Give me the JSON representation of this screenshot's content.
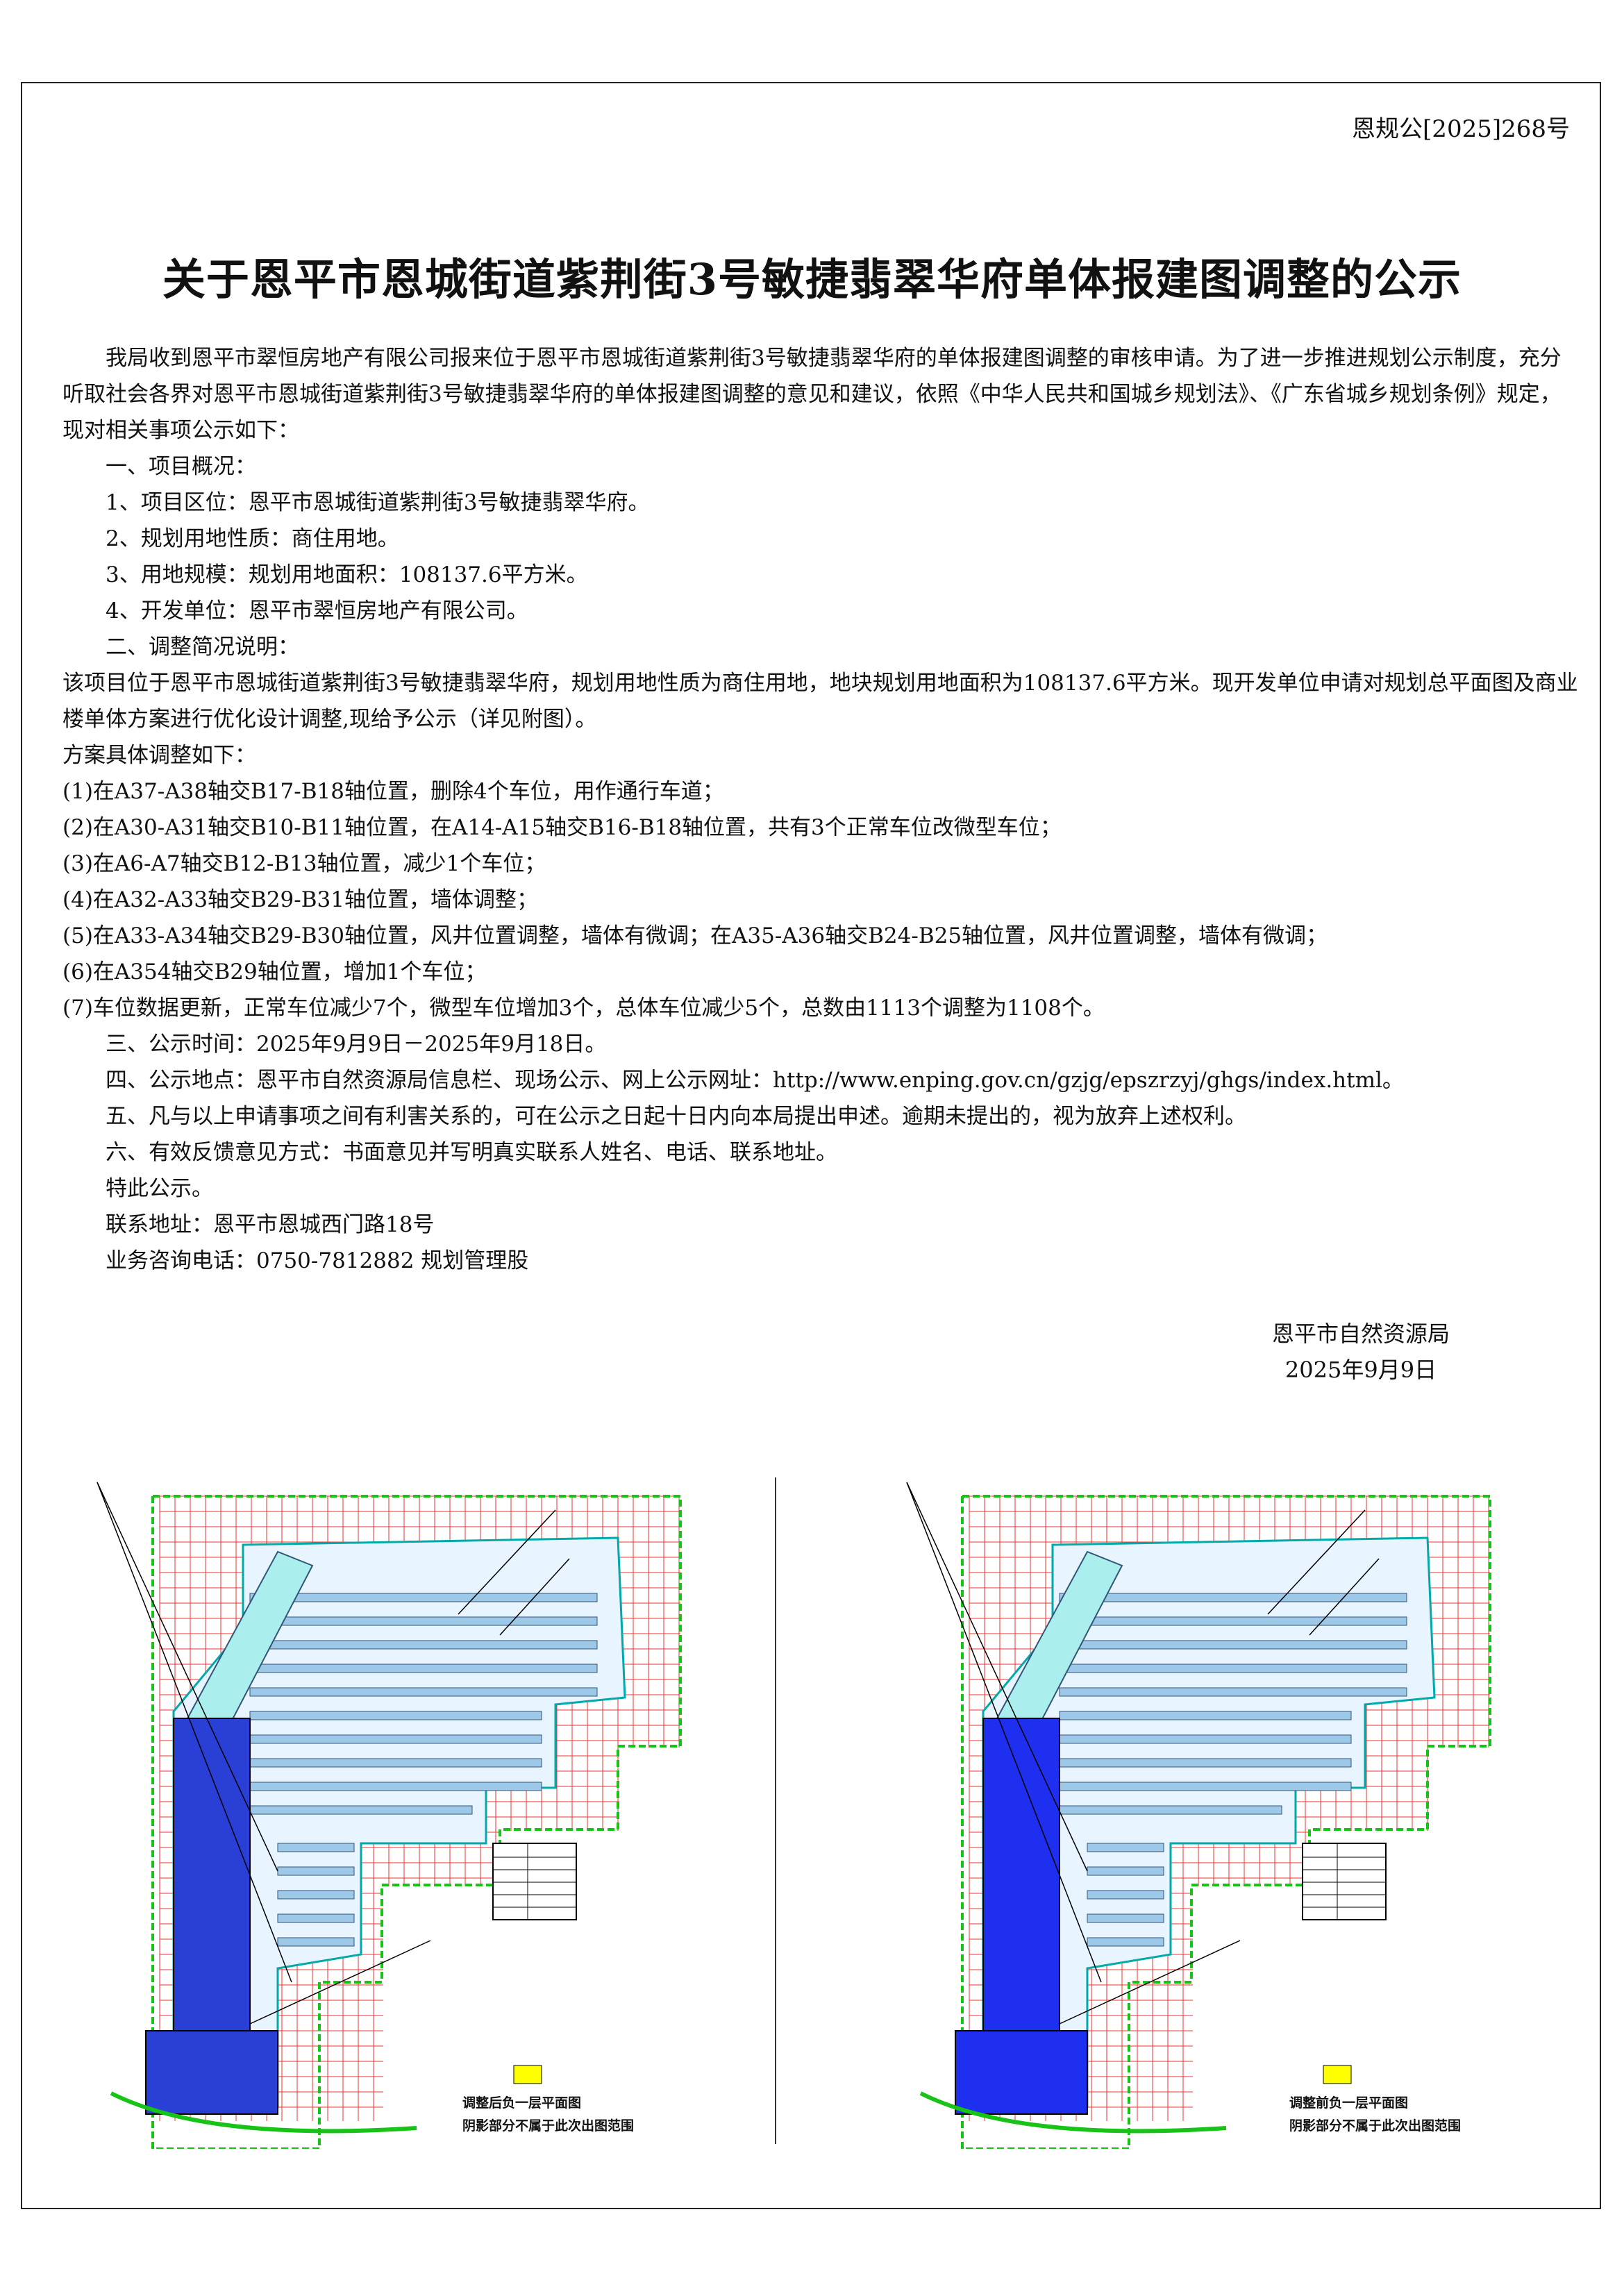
{
  "doc_number": "恩规公[2025]268号",
  "title": "关于恩平市恩城街道紫荆街3号敏捷翡翠华府单体报建图调整的公示",
  "paragraphs": [
    {
      "text": "我局收到恩平市翠恒房地产有限公司报来位于恩平市恩城街道紫荆街3号敏捷翡翠华府的单体报建图调整的审核申请。为了进一步推进规划公示制度，充分",
      "indent": true
    },
    {
      "text": "听取社会各界对恩平市恩城街道紫荆街3号敏捷翡翠华府的单体报建图调整的意见和建议，依照《中华人民共和国城乡规划法》、《广东省城乡规划条例》规定，",
      "indent": false
    },
    {
      "text": "现对相关事项公示如下：",
      "indent": false
    },
    {
      "text": "一、项目概况：",
      "indent": true
    },
    {
      "text": "1、项目区位：恩平市恩城街道紫荆街3号敏捷翡翠华府。",
      "indent": true
    },
    {
      "text": "2、规划用地性质：商住用地。",
      "indent": true
    },
    {
      "text": "3、用地规模：规划用地面积：108137.6平方米。",
      "indent": true
    },
    {
      "text": "4、开发单位：恩平市翠恒房地产有限公司。",
      "indent": true
    },
    {
      "text": "二、调整简况说明：",
      "indent": true
    },
    {
      "text": "该项目位于恩平市恩城街道紫荆街3号敏捷翡翠华府，规划用地性质为商住用地，地块规划用地面积为108137.6平方米。现开发单位申请对规划总平面图及商业",
      "indent": false
    },
    {
      "text": "楼单体方案进行优化设计调整,现给予公示（详见附图）。",
      "indent": false
    },
    {
      "text": "方案具体调整如下：",
      "indent": false
    },
    {
      "text": "(1)在A37-A38轴交B17-B18轴位置，删除4个车位，用作通行车道；",
      "indent": false
    },
    {
      "text": "(2)在A30-A31轴交B10-B11轴位置，在A14-A15轴交B16-B18轴位置，共有3个正常车位改微型车位；",
      "indent": false
    },
    {
      "text": "(3)在A6-A7轴交B12-B13轴位置，减少1个车位；",
      "indent": false
    },
    {
      "text": "(4)在A32-A33轴交B29-B31轴位置，墙体调整；",
      "indent": false
    },
    {
      "text": "(5)在A33-A34轴交B29-B30轴位置，风井位置调整，墙体有微调；在A35-A36轴交B24-B25轴位置，风井位置调整，墙体有微调；",
      "indent": false
    },
    {
      "text": "(6)在A354轴交B29轴位置，增加1个车位；",
      "indent": false
    },
    {
      "text": "(7)车位数据更新，正常车位减少7个，微型车位增加3个，总体车位减少5个，总数由1113个调整为1108个。",
      "indent": false
    },
    {
      "text": "三、公示时间：2025年9月9日－2025年9月18日。",
      "indent": true
    },
    {
      "text": "四、公示地点：恩平市自然资源局信息栏、现场公示、网上公示网址：http://www.enping.gov.cn/gzjg/epszrzyj/ghgs/index.html。",
      "indent": true
    },
    {
      "text": "五、凡与以上申请事项之间有利害关系的，可在公示之日起十日内向本局提出申述。逾期未提出的，视为放弃上述权利。",
      "indent": true
    },
    {
      "text": "六、有效反馈意见方式：书面意见并写明真实联系人姓名、电话、联系地址。",
      "indent": true
    },
    {
      "text": "特此公示。",
      "indent": true
    },
    {
      "text": "联系地址：恩平市恩城西门路18号",
      "indent": true
    },
    {
      "text": "业务咨询电话：0750-7812882    规划管理股",
      "indent": true
    }
  ],
  "signature": {
    "org": "恩平市自然资源局",
    "date": "2025年9月9日"
  },
  "plans": [
    {
      "caption1": "调整后负一层平面图",
      "caption2": "阴影部分不属于此次出图范围",
      "fill": "#2a3fd6"
    },
    {
      "caption1": "调整前负一层平面图",
      "caption2": "阴影部分不属于此次出图范围",
      "fill": "#1f2ff0"
    }
  ]
}
